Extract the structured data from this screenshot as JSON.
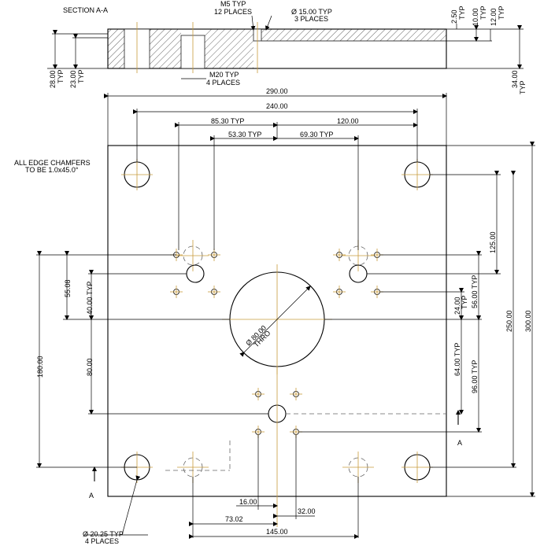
{
  "section": {
    "title": "SECTION  A-A",
    "m5_callout": [
      "M5 TYP",
      "12 PLACES"
    ],
    "dia15_callout": [
      "Ø 15.00 TYP",
      "3 PLACES"
    ],
    "m20_callout": [
      "M20 TYP",
      "4 PLACES"
    ],
    "dims_left": [
      [
        "28.00",
        "TYP"
      ],
      [
        "23.00",
        "TYP"
      ]
    ],
    "dims_right": [
      [
        "2.50",
        "TYP"
      ],
      [
        "10.00",
        "TYP"
      ],
      [
        "12.00",
        "TYP"
      ],
      [
        "34.00",
        "TYP"
      ]
    ]
  },
  "note": [
    "ALL EDGE CHAMFERS",
    "TO BE 1.0x45.0°"
  ],
  "top_dims": {
    "d290": "290.00",
    "d240": "240.00",
    "d85": "85.30 TYP",
    "d120": "120.00",
    "d53": "53.30 TYP",
    "d69": "69.30 TYP"
  },
  "left_dims": {
    "d55": "55.08",
    "d40": "40.00 TYP",
    "d180": "180.00",
    "d80": "80.00"
  },
  "right_dims": {
    "d125": "125.00",
    "d56": "56.00 TYP",
    "d24": [
      "24.00",
      "TYP"
    ],
    "d64": "64.00 TYP",
    "d96": "96.00 TYP",
    "d250": "250.00",
    "d300": "300.00"
  },
  "bottom_dims": {
    "d16": "16.00",
    "d73": "73.02",
    "d32": "32.00",
    "d145": "145.00"
  },
  "center_hole": [
    "Ø 80.00",
    "THRO"
  ],
  "corner_callout": [
    "Ø 20.25 TYP",
    "4 PLACES"
  ],
  "section_marker": "A"
}
